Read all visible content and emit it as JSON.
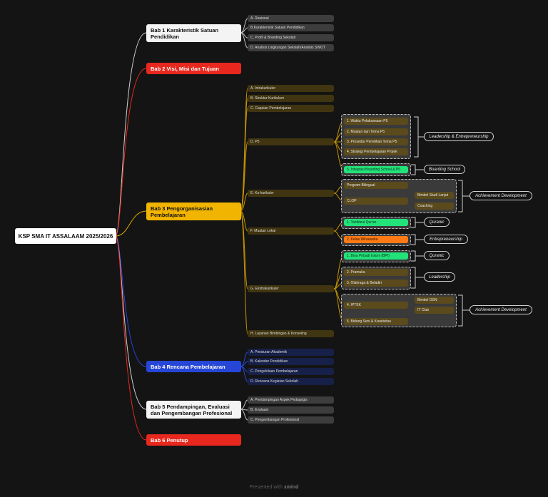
{
  "root": "KSP SMA IT ASSALAAM 2025/2026",
  "bab1": {
    "title": "Bab 1 Karakteristik Satuan Pendidikan",
    "items": [
      "A. Rasional",
      "B.Karakteristik Satuan Pendidikan",
      "C. Profil & Branding Sekolah",
      "D. Analisis Lingkungan Sekolah/Analisis SWOT"
    ]
  },
  "bab2": {
    "title": "Bab 2 Visi, Misi dan Tujuan"
  },
  "bab3": {
    "title": "Bab 3 Pengorganisasian Pembelajaran",
    "items": {
      "a": "A. Intrakurikuler",
      "b": "B. Struktur Kurikulum",
      "c": "C. Capaian Pembelajaran",
      "d": "D. P5",
      "e": "E. Ko-kurikuler",
      "f": "F. Muatan Lokal",
      "g": "G. Ekstrakurikuler",
      "h": "H. Layanan Bimbingan & Konseling"
    },
    "p5": [
      "1. Waktu Pelaksanaan P5",
      "2. Muatan dan Tema P5",
      "3. Prosedur Pemilihan Tema P5",
      "4. Strategi Pembelajaran Projek"
    ],
    "p5_integrasi": "5. Integrasi Boarding School & P5",
    "kokurikuler": {
      "program": "Program Bilingual",
      "clop": "CLOP",
      "bimbel": "Bimbel Studi Lanjut",
      "coaching": "Coaching"
    },
    "mulok": {
      "tahfidz": "1. Tahfidzul Qur'an",
      "kelas": "2. Kelas Wirausaha"
    },
    "ekskul": {
      "bpi": "1. Bina Pribadi Islami (BPI)",
      "pramuka": "2. Pramuka",
      "olahraga": "3. Olahraga & Beladiri",
      "iptek": "4. IPTEK",
      "osn": "Bimbel OSN",
      "itclub": "IT Club",
      "seni": "5. Bidang Seni & Kreativitas"
    }
  },
  "bab4": {
    "title": "Bab 4 Rencana Pembelajaran",
    "items": [
      "A. Peraturan Akademik",
      "B. Kalender Pendidikan",
      "C. Pengelolaan Pembelajaran",
      "D. Rencana Kegiatan Sekolah"
    ]
  },
  "bab5": {
    "title": "Bab 5 Pendampingan, Evaluasi dan Pengembangan Profesional",
    "items": [
      "A. Pendampingan Aspek Pedagogis",
      "B. Evaluasi",
      "C. Pengembangan Profesional"
    ]
  },
  "bab6": {
    "title": "Bab 6 Penutup"
  },
  "labels": {
    "leadership_entrepreneurship": "Leadership & Entrepreneurship",
    "boarding": "Boarding School",
    "achievement1": "Achievement Development",
    "quranic1": "Quranic",
    "entrepreneurship": "Entrepreneurship",
    "quranic2": "Quranic",
    "leadership": "Leadership",
    "achievement2": "Achievement Development"
  },
  "footer": {
    "prefix": "Presented with",
    "brand": "xmind"
  },
  "colors": {
    "white": "#ffffff",
    "red": "#e8281e",
    "gold": "#f1b400",
    "blue": "#2646d8",
    "leaf_grey": "#3d3d3d",
    "leaf_gold": "#403510",
    "leaf_blue": "#172048",
    "green": "#22e27a",
    "orange": "#ff7a14"
  }
}
